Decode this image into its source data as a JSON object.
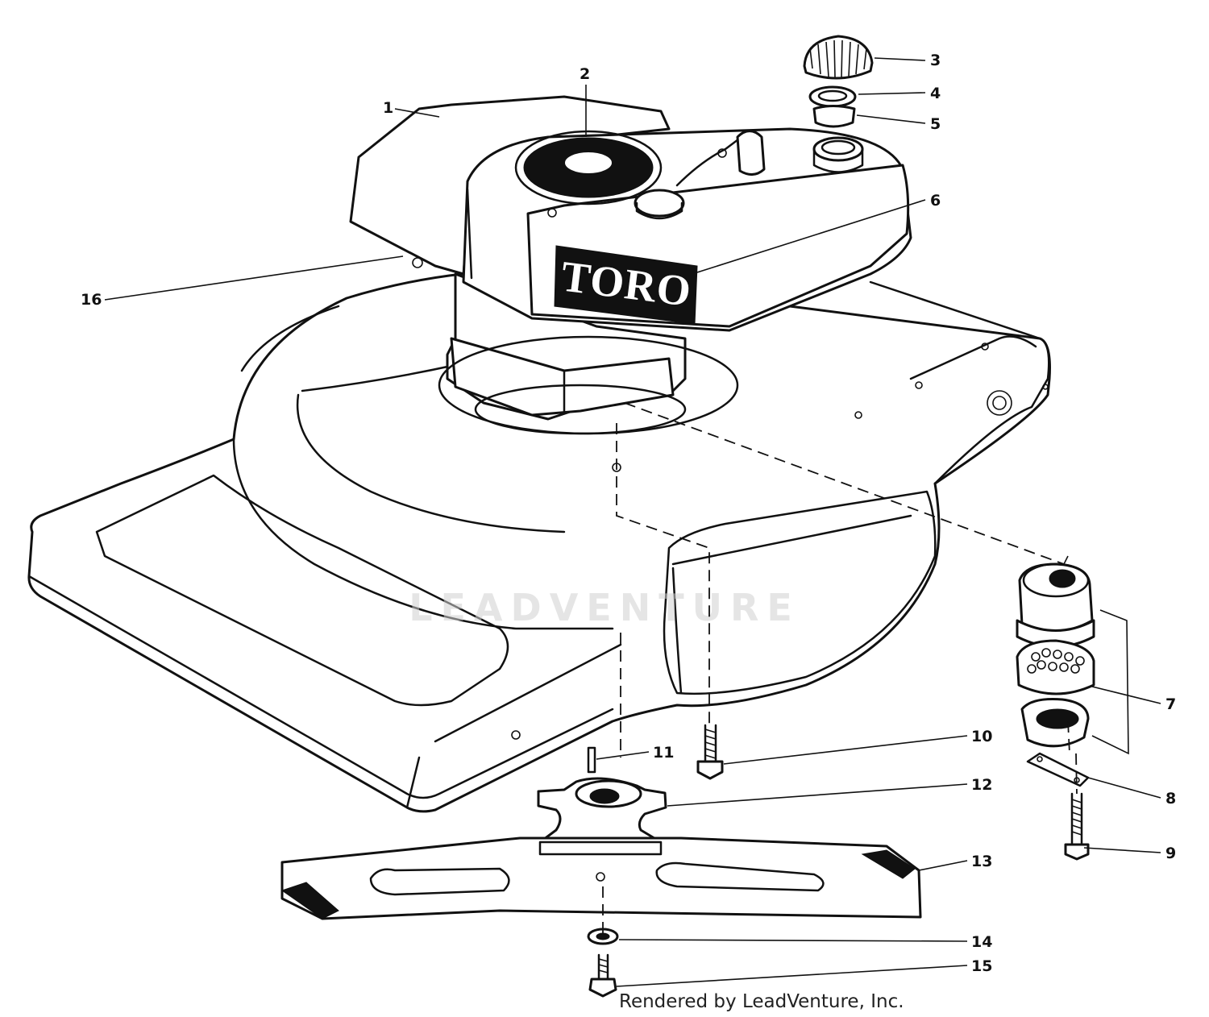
{
  "brand_label": "TORO",
  "watermark": "LEADVENTURE",
  "credit": "Rendered by LeadVenture, Inc.",
  "callouts": {
    "c1": "1",
    "c2": "2",
    "c3": "3",
    "c4": "4",
    "c5": "5",
    "c6": "6",
    "c7": "7",
    "c8": "8",
    "c9": "9",
    "c10": "10",
    "c11": "11",
    "c12": "12",
    "c13": "13",
    "c14": "14",
    "c15": "15",
    "c16": "16"
  }
}
